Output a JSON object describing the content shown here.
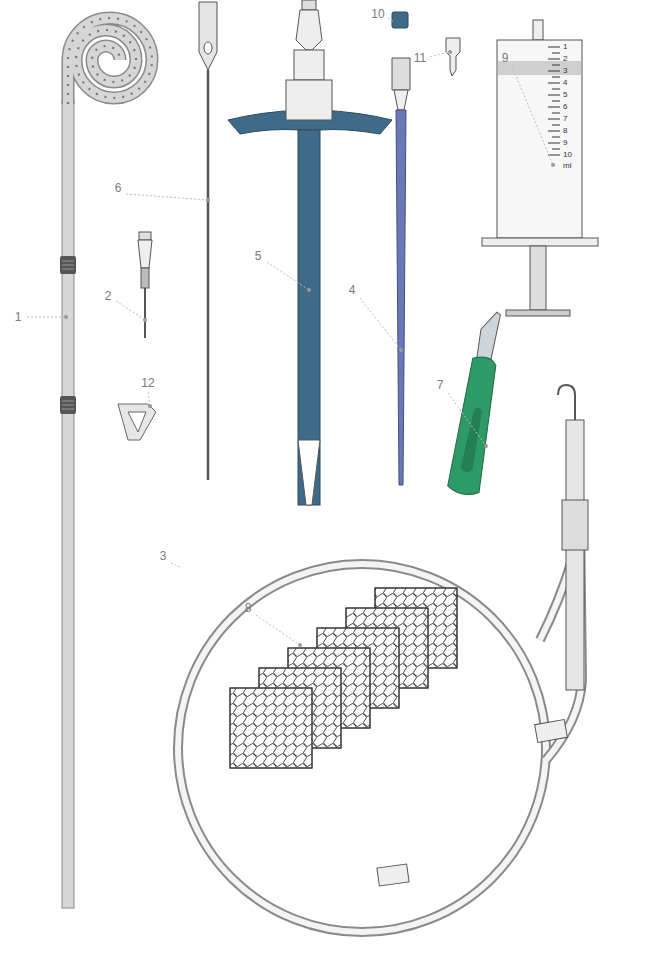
{
  "diagram": {
    "labels": [
      "1",
      "6",
      "5",
      "10",
      "11",
      "9",
      "2",
      "4",
      "12",
      "7",
      "3",
      "8",
      "1",
      "2",
      "3",
      "4",
      "5",
      "6",
      "7",
      "8",
      "9",
      "10",
      "ml"
    ]
  }
}
